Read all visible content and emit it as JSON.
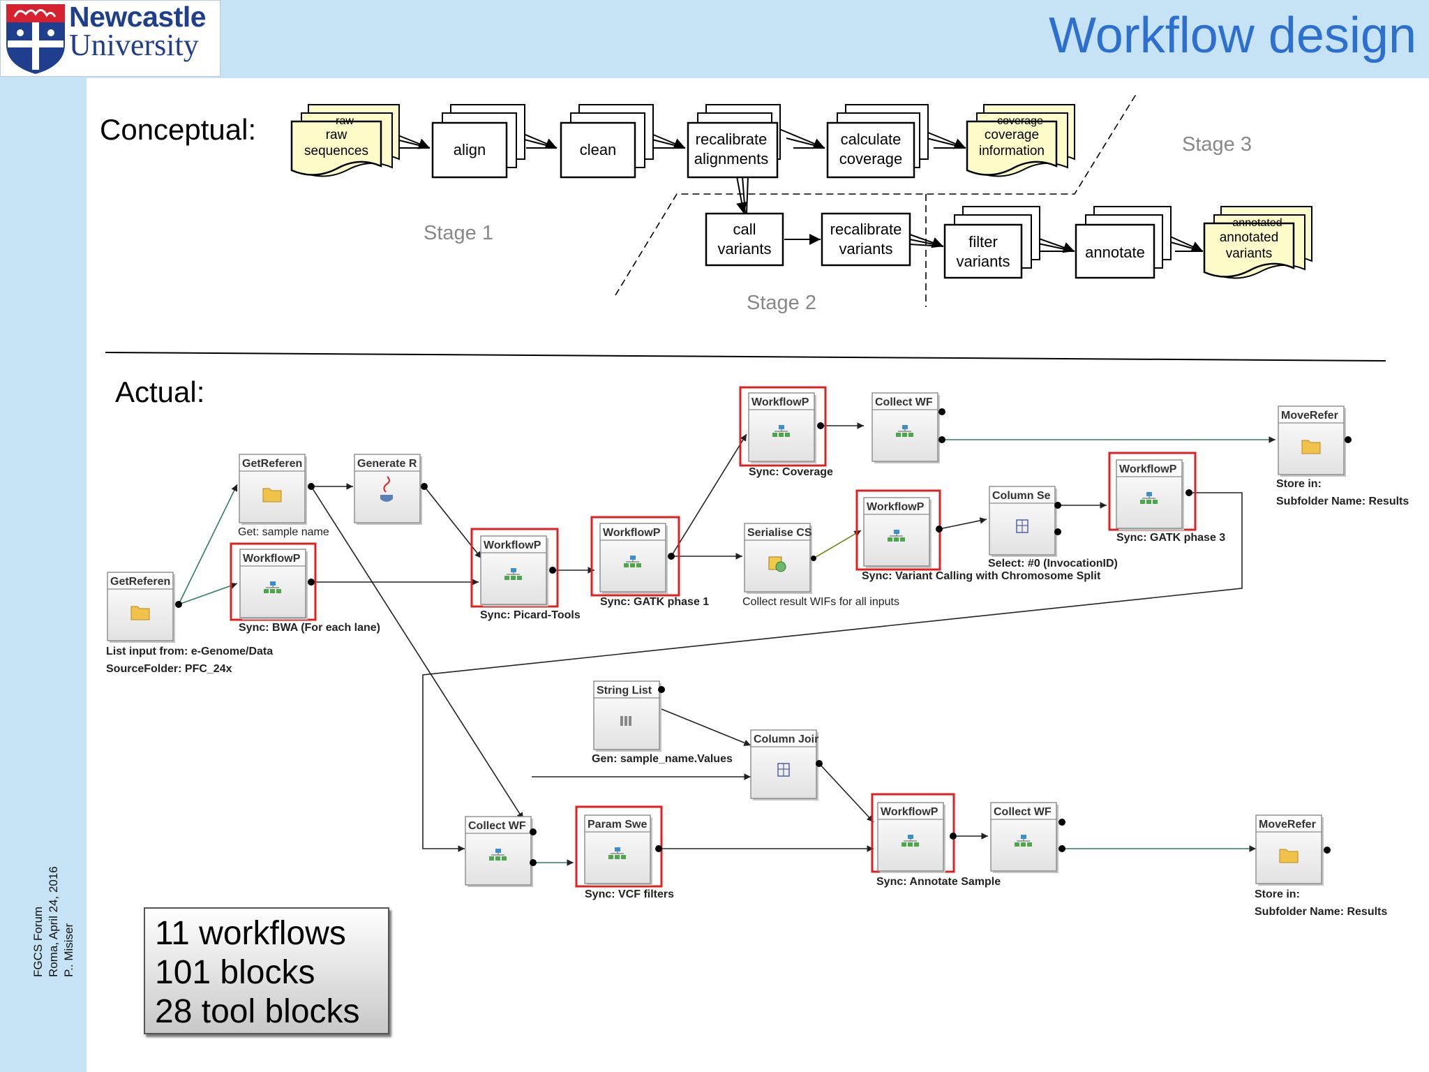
{
  "header": {
    "logo": {
      "line1": "Newcastle",
      "line2": "University"
    },
    "title": "Workflow design"
  },
  "sidebar": {
    "lines": [
      "FGCS Forum",
      "Roma, April 24, 2016",
      "P.. Misiser"
    ]
  },
  "conceptual": {
    "heading": "Conceptual:",
    "stages": [
      "Stage 1",
      "Stage 2",
      "Stage 3"
    ],
    "nodes": {
      "raw_sequences": [
        "raw",
        "sequences"
      ],
      "raw_sequences_peek": "raw",
      "align": [
        "align"
      ],
      "clean": [
        "clean"
      ],
      "recalibrate_alignments": [
        "recalibrate",
        "alignments"
      ],
      "calculate_coverage": [
        "calculate",
        "coverage"
      ],
      "coverage_information": [
        "coverage",
        "information"
      ],
      "coverage_information_peek": "coverage",
      "call_variants": [
        "call",
        "variants"
      ],
      "recalibrate_variants": [
        "recalibrate",
        "variants"
      ],
      "filter_variants": [
        "filter",
        "variants"
      ],
      "annotate": [
        "annotate"
      ],
      "annotated_variants": [
        "annotated",
        "variants"
      ],
      "annotated_variants_peek": "annotated"
    }
  },
  "actual": {
    "heading": "Actual:",
    "blocks": {
      "getref_main": {
        "title": "GetReferen",
        "captions": [
          "List input from: e-Genome/Data",
          "SourceFolder: PFC_24x"
        ]
      },
      "getref_sample": {
        "title": "GetReferen",
        "captions": [
          "Get: sample name"
        ]
      },
      "generate": {
        "title": "Generate R",
        "captions": []
      },
      "wf_bwa": {
        "title": "WorkflowP",
        "captions": [
          "Sync: BWA (For each lane)"
        ]
      },
      "wf_picard": {
        "title": "WorkflowP",
        "captions": [
          "Sync: Picard-Tools"
        ]
      },
      "wf_gatk1": {
        "title": "WorkflowP",
        "captions": [
          "Sync: GATK phase 1"
        ]
      },
      "wf_coverage": {
        "title": "WorkflowP",
        "captions": [
          "Sync: Coverage"
        ]
      },
      "collect_wf1": {
        "title": "Collect WF",
        "captions": []
      },
      "serialise": {
        "title": "Serialise CS",
        "captions": [
          "Collect result WIFs for all inputs"
        ]
      },
      "wf_variant": {
        "title": "WorkflowP",
        "captions": [
          "Sync: Variant Calling with Chromosome Split"
        ]
      },
      "column_select": {
        "title": "Column Se",
        "captions": [
          "Select: #0 (InvocationID)"
        ]
      },
      "wf_gatk3": {
        "title": "WorkflowP",
        "captions": [
          "Sync: GATK phase 3"
        ]
      },
      "move_ref1": {
        "title": "MoveRefer",
        "captions": [
          "Store in:",
          "Subfolder Name: Results"
        ]
      },
      "string_list": {
        "title": "String List",
        "captions": [
          "Gen: sample_name.Values"
        ]
      },
      "column_join": {
        "title": "Column Joir",
        "captions": []
      },
      "collect_wf2": {
        "title": "Collect WF",
        "captions": []
      },
      "param_sweep": {
        "title": "Param Swe",
        "captions": [
          "Sync: VCF filters"
        ]
      },
      "wf_annotate": {
        "title": "WorkflowP",
        "captions": [
          "Sync: Annotate Sample"
        ]
      },
      "collect_wf3": {
        "title": "Collect WF",
        "captions": []
      },
      "move_ref2": {
        "title": "MoveRefer",
        "captions": [
          "Store in:",
          "Subfolder Name: Results"
        ]
      }
    }
  },
  "stats": {
    "lines": [
      "11 workflows",
      "101 blocks",
      "28 tool blocks"
    ]
  },
  "colors": {
    "title": "#2d6fd0",
    "background": "#c6e3f5",
    "note_fill": "#fdfbc8",
    "highlight": "#e02020",
    "link_green": "#2e7d5b"
  }
}
